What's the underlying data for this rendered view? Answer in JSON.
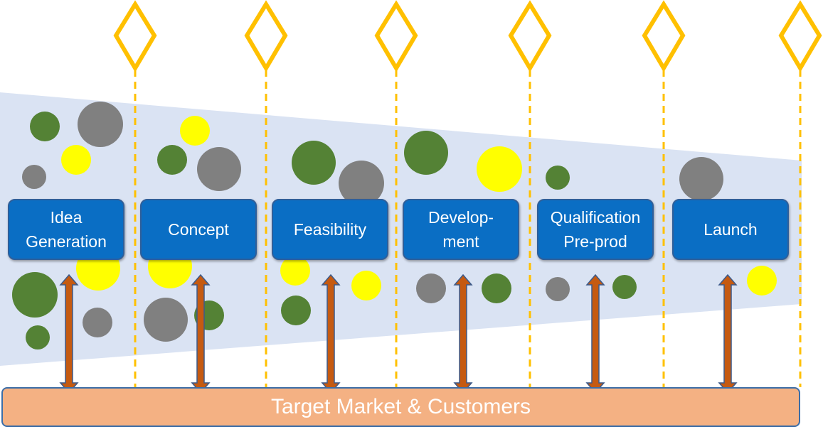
{
  "stages": [
    {
      "label": "Idea\nGeneration"
    },
    {
      "label": "Concept"
    },
    {
      "label": "Feasibility"
    },
    {
      "label": "Develop-\nment"
    },
    {
      "label": "Qualification\nPre-prod"
    },
    {
      "label": "Launch"
    }
  ],
  "market": {
    "label": "Target Market & Customers"
  },
  "colors": {
    "funnel": "#dae3f3",
    "gate": "#ffc000",
    "stage_fill": "#0a6ec4",
    "stage_border": "#2f5f9a",
    "market_fill": "#f4b183",
    "arrow_fill": "#c55a11",
    "arrow_outline": "#3c5a8a",
    "idea_green": "#548235",
    "idea_gray": "#808080",
    "idea_yellow": "#ffff00"
  },
  "icons": {
    "gate": "diamond-gate-icon",
    "arrow": "double-arrow-icon",
    "idea": "circle-icon"
  }
}
